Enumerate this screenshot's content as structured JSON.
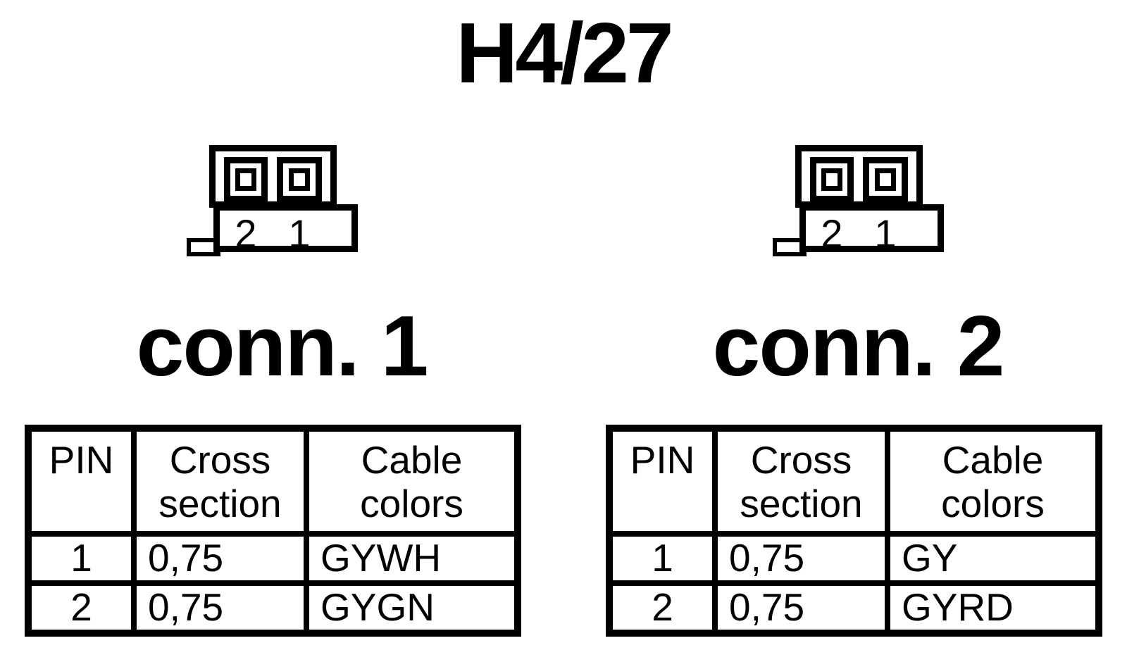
{
  "page": {
    "title": "H4/27"
  },
  "colors": {
    "ink": "#000000",
    "paper": "#ffffff"
  },
  "connectors": [
    {
      "label": "conn. 1",
      "diagram": {
        "pin_labels": [
          "2",
          "1"
        ]
      },
      "table": {
        "headers": [
          "PIN",
          "Cross section",
          "Cable colors"
        ],
        "rows": [
          {
            "pin": "1",
            "cross_section": "0,75",
            "cable_colors": "GYWH"
          },
          {
            "pin": "2",
            "cross_section": "0,75",
            "cable_colors": "GYGN"
          }
        ]
      }
    },
    {
      "label": "conn. 2",
      "diagram": {
        "pin_labels": [
          "2",
          "1"
        ]
      },
      "table": {
        "headers": [
          "PIN",
          "Cross section",
          "Cable colors"
        ],
        "rows": [
          {
            "pin": "1",
            "cross_section": "0,75",
            "cable_colors": "GY"
          },
          {
            "pin": "2",
            "cross_section": "0,75",
            "cable_colors": "GYRD"
          }
        ]
      }
    }
  ]
}
